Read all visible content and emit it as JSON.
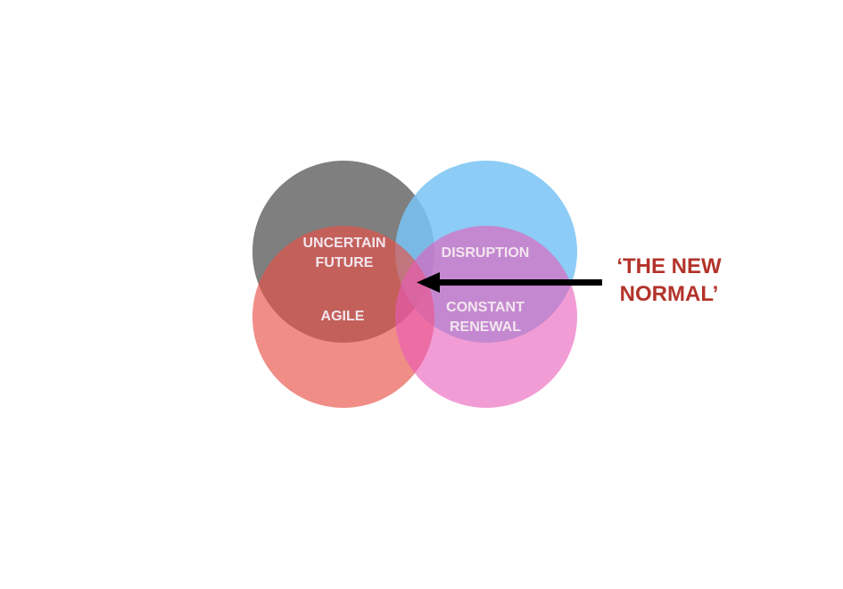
{
  "diagram": {
    "type": "venn",
    "circles": [
      {
        "id": "gray",
        "color": "#7f7f7f"
      },
      {
        "id": "blue",
        "color": "#8ccdf8"
      },
      {
        "id": "red",
        "color": "#ee6b62"
      },
      {
        "id": "pink",
        "color": "#ee7ac6"
      }
    ],
    "labels": {
      "uncertain_future_1": "UNCERTAIN",
      "uncertain_future_2": "FUTURE",
      "agile": "AGILE",
      "disruption": "DISRUPTION",
      "constant_renewal_1": "CONSTANT",
      "constant_renewal_2": "RENEWAL"
    },
    "callout": {
      "line1": "‘THE NEW",
      "line2": "NORMAL’",
      "color": "#b3332a"
    }
  }
}
